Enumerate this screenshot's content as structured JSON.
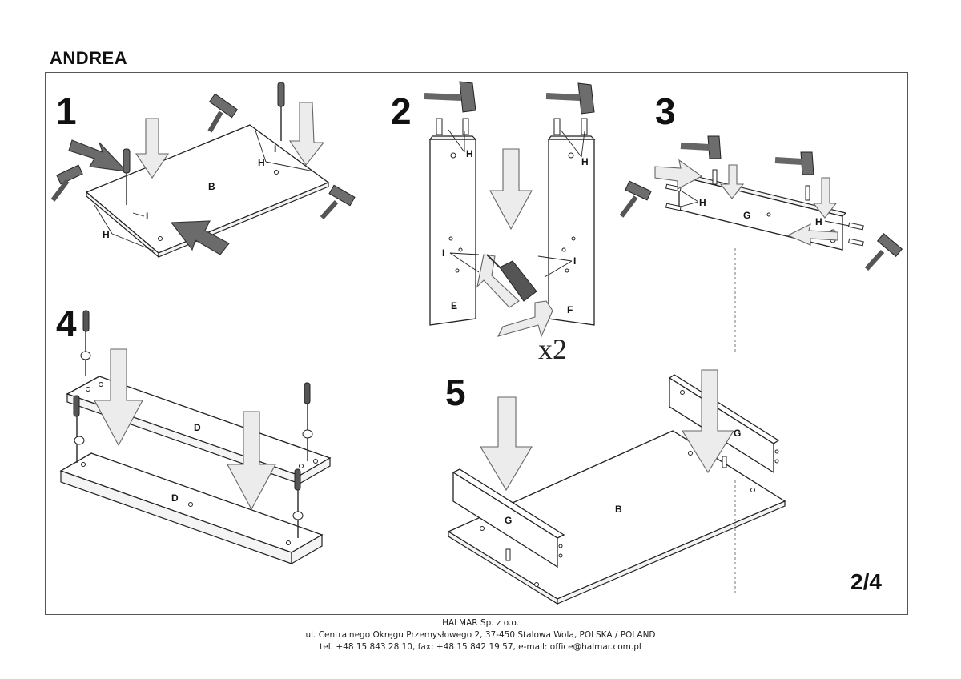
{
  "title": "ANDREA",
  "page_number": "2/4",
  "multiplier": "x2",
  "steps": [
    {
      "number": "1",
      "part_labels": {
        "panel": "B",
        "dowel": "H",
        "cam": "I"
      }
    },
    {
      "number": "2",
      "part_labels": {
        "left_side": "E",
        "right_side": "F",
        "dowel": "H",
        "cam": "I"
      }
    },
    {
      "number": "3",
      "part_labels": {
        "rail": "G",
        "dowel": "H"
      }
    },
    {
      "number": "4",
      "part_labels": {
        "top_board": "D",
        "bottom_board": "D"
      }
    },
    {
      "number": "5",
      "part_labels": {
        "panel": "B",
        "rail_left": "G",
        "rail_right": "G"
      }
    }
  ],
  "footer": {
    "company": "HALMAR Sp. z o.o.",
    "address": "ul. Centralnego Okręgu Przemysłowego 2, 37-450 Stalowa Wola, POLSKA / POLAND",
    "contact": "tel. +48 15 843 28 10, fax: +48 15 842 19 57, e-mail: office@halmar.com.pl"
  }
}
